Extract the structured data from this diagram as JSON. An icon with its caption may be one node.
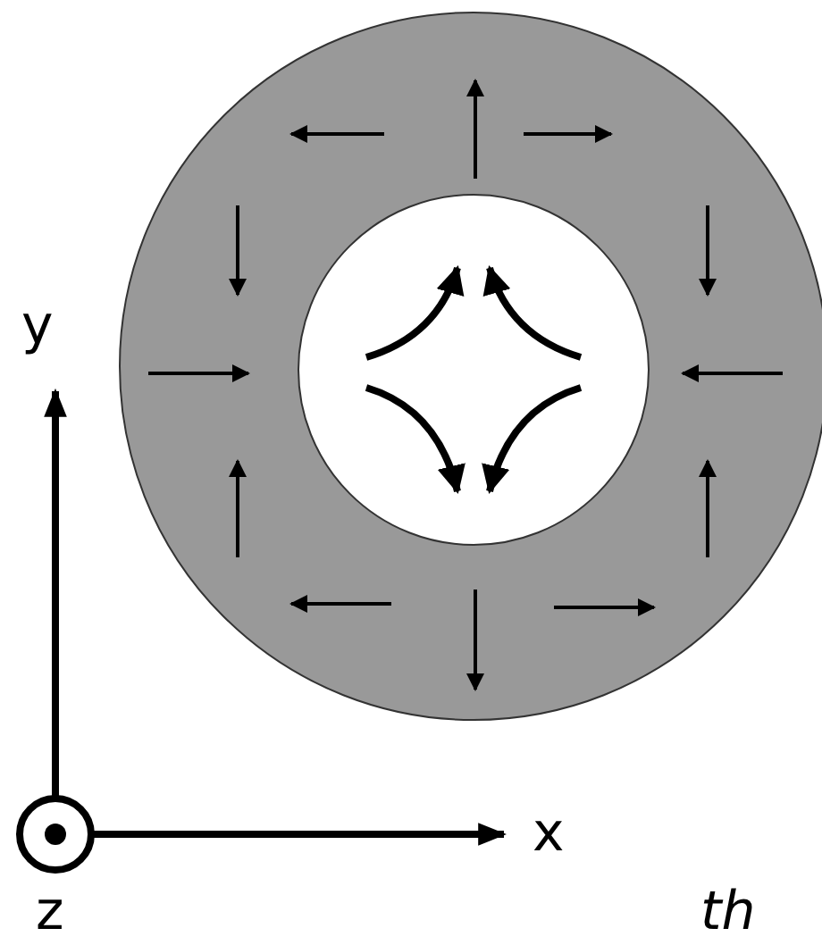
{
  "diagram": {
    "labels": [
      "y",
      "x",
      "z",
      "th"
    ]
  }
}
